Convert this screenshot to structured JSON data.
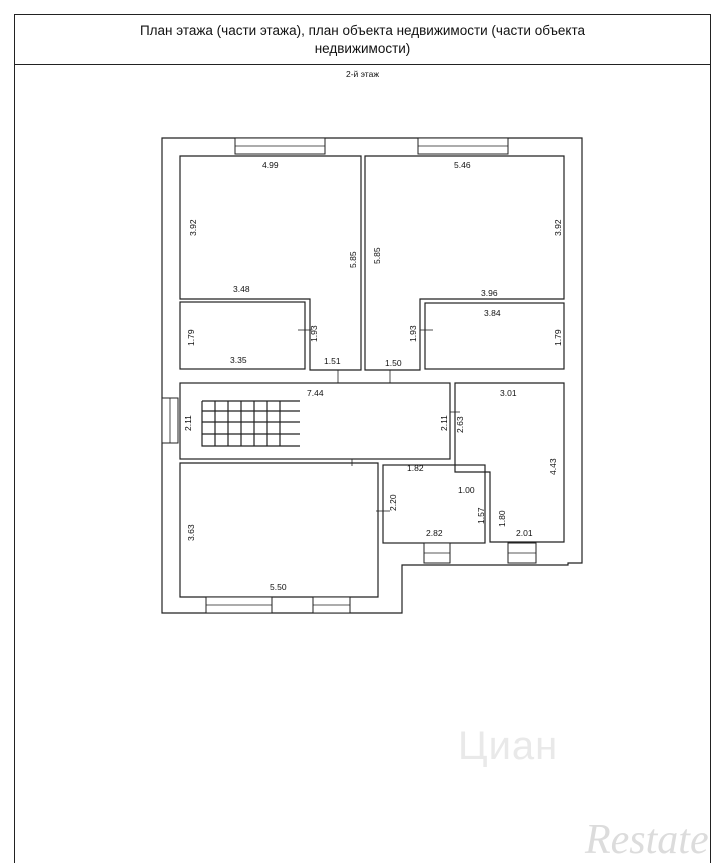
{
  "header": {
    "title": "План этажа (части этажа), план объекта недвижимости (части объекта недвижимости)",
    "floor_label": "2-й этаж"
  },
  "dimensions": {
    "nw_top": "4.99",
    "nw_left": "3.92",
    "nw_inner": "5.85",
    "nw_bottom": "3.48",
    "ne_top": "5.46",
    "ne_right": "3.92",
    "ne_inner": "5.85",
    "ne_bottom": "3.96",
    "w_small_left": "1.79",
    "w_small_door": "1.93",
    "w_small_bottom": "3.35",
    "e_small_top": "3.84",
    "e_small_door": "1.93",
    "e_small_right": "1.79",
    "corr_left": "1.51",
    "corr_right": "1.50",
    "stair_len": "7.44",
    "stair_side": "2.11",
    "corr_height": "2.11",
    "corr_gap": "2.63",
    "east_top": "3.01",
    "east_right": "4.43",
    "east_inner": "1.80",
    "east_bottom": "2.01",
    "bath_top": "1.82",
    "bath_step": "1.00",
    "bath_left": "2.20",
    "bath_inner": "1.57",
    "bath_bottom": "2.82",
    "sw_left": "3.63",
    "sw_bottom": "5.50"
  },
  "watermarks": {
    "cian": "Циан",
    "restate": "Restate"
  }
}
